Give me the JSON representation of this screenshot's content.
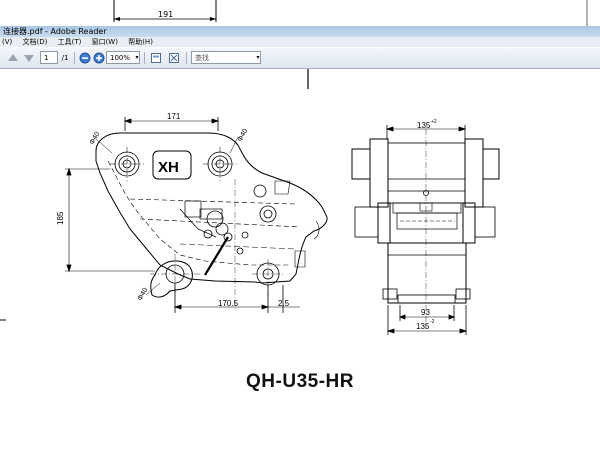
{
  "window": {
    "title": "连接器.pdf - Adobe Reader"
  },
  "menu": [
    "(V)",
    "文档(D)",
    "工具(T)",
    "窗口(W)",
    "帮助(H)"
  ],
  "toolbar": {
    "page_current": "1",
    "page_total": "/1",
    "zoom": "100%",
    "find_label": "查找"
  },
  "drawing": {
    "top_strip_dim": "191",
    "dims": {
      "d171": "171",
      "d185": "185",
      "d170_5": "170.5",
      "d2_5": "2.5",
      "d40_tl": "Φ40",
      "d40_tr": "Φ40",
      "d40_bl": "Φ40",
      "d135_top": "135",
      "d135_top_tol": "+2",
      "d93": "93",
      "d135_bot": "135",
      "d135_bot_tol": "-2",
      "logo": "XH"
    }
  },
  "product": {
    "title": "QH-U35-HR"
  }
}
